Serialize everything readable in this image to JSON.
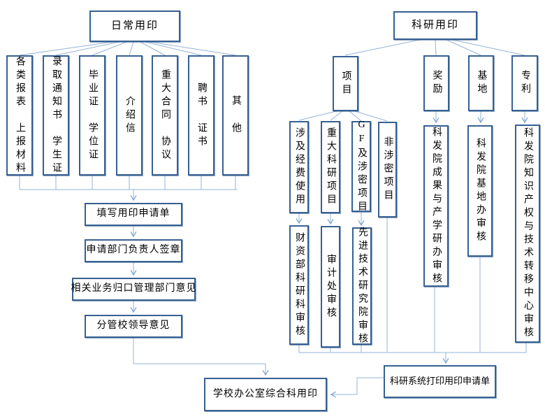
{
  "diagram": {
    "daily": {
      "root": "日常用印",
      "children": [
        "各类报表　上报材料",
        "录取通知书　学生证",
        "毕业证　学位证",
        "介绍信",
        "重大合同　协议",
        "聘书　证书",
        "其 他"
      ],
      "steps": [
        "填写用印申请单",
        "申请部门负责人签章",
        "相关业务归口管理部门意见",
        "分管校领导意见"
      ],
      "final": "学校办公室综合科用印"
    },
    "research": {
      "root": "科研用印",
      "categories": [
        "项目",
        "奖励",
        "基地",
        "专利"
      ],
      "project_types": [
        "涉及经费使用",
        "重大科研项目",
        "GF及涉密项目",
        "非涉密项目"
      ],
      "reviews": [
        "财资部科研科审核",
        "审计处审核",
        "先进技术研究院审核",
        "科发院成果与产学研办审核",
        "科发院基地办审核",
        "科发院知识产权与技术转移中心审核"
      ],
      "print_step": "科研系统打印用印申请单"
    },
    "colors": {
      "box_border": "#366092",
      "line": "#95B3D7",
      "arrow": "#85A9D4",
      "text": "#000000"
    }
  }
}
